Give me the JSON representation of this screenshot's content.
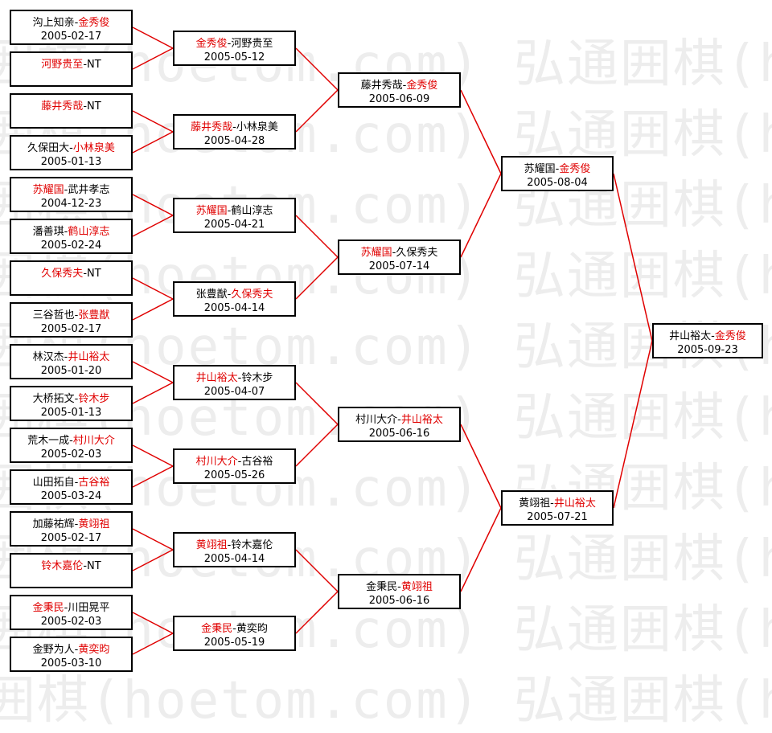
{
  "watermark": "囲棋(hoetom.com) 弘通囲棋(h",
  "colors": {
    "winner": "#e00000",
    "text": "#000000",
    "connector": "#e00000",
    "border": "#000000"
  },
  "rounds": [
    [
      {
        "p1": "沟上知亲",
        "p2": "金秀俊",
        "winner": 2,
        "date": "2005-02-17"
      },
      {
        "p1": "河野贵至",
        "p2": "NT",
        "winner": 1,
        "date": ""
      },
      {
        "p1": "藤井秀哉",
        "p2": "NT",
        "winner": 1,
        "date": ""
      },
      {
        "p1": "久保田大",
        "p2": "小林泉美",
        "winner": 2,
        "date": "2005-01-13"
      },
      {
        "p1": "苏耀国",
        "p2": "武井孝志",
        "winner": 1,
        "date": "2004-12-23"
      },
      {
        "p1": "潘善琪",
        "p2": "鹤山淳志",
        "winner": 2,
        "date": "2005-02-24"
      },
      {
        "p1": "久保秀夫",
        "p2": "NT",
        "winner": 1,
        "date": ""
      },
      {
        "p1": "三谷哲也",
        "p2": "张豊猷",
        "winner": 2,
        "date": "2005-02-17"
      },
      {
        "p1": "林汉杰",
        "p2": "井山裕太",
        "winner": 2,
        "date": "2005-01-20"
      },
      {
        "p1": "大桥拓文",
        "p2": "铃木步",
        "winner": 2,
        "date": "2005-01-13"
      },
      {
        "p1": "荒木一成",
        "p2": "村川大介",
        "winner": 2,
        "date": "2005-02-03"
      },
      {
        "p1": "山田拓自",
        "p2": "古谷裕",
        "winner": 2,
        "date": "2005-03-24"
      },
      {
        "p1": "加藤祐辉",
        "p2": "黄翊祖",
        "winner": 2,
        "date": "2005-02-17"
      },
      {
        "p1": "铃木嘉伦",
        "p2": "NT",
        "winner": 1,
        "date": ""
      },
      {
        "p1": "金秉民",
        "p2": "川田晃平",
        "winner": 1,
        "date": "2005-02-03"
      },
      {
        "p1": "金野为人",
        "p2": "黄奕昀",
        "winner": 2,
        "date": "2005-03-10"
      }
    ],
    [
      {
        "p1": "金秀俊",
        "p2": "河野贵至",
        "winner": 1,
        "date": "2005-05-12"
      },
      {
        "p1": "藤井秀哉",
        "p2": "小林泉美",
        "winner": 1,
        "date": "2005-04-28"
      },
      {
        "p1": "苏耀国",
        "p2": "鹤山淳志",
        "winner": 1,
        "date": "2005-04-21"
      },
      {
        "p1": "张豊猷",
        "p2": "久保秀夫",
        "winner": 2,
        "date": "2005-04-14"
      },
      {
        "p1": "井山裕太",
        "p2": "铃木步",
        "winner": 1,
        "date": "2005-04-07"
      },
      {
        "p1": "村川大介",
        "p2": "古谷裕",
        "winner": 1,
        "date": "2005-05-26"
      },
      {
        "p1": "黄翊祖",
        "p2": "铃木嘉伦",
        "winner": 1,
        "date": "2005-04-14"
      },
      {
        "p1": "金秉民",
        "p2": "黄奕昀",
        "winner": 1,
        "date": "2005-05-19"
      }
    ],
    [
      {
        "p1": "藤井秀哉",
        "p2": "金秀俊",
        "winner": 2,
        "date": "2005-06-09"
      },
      {
        "p1": "苏耀国",
        "p2": "久保秀夫",
        "winner": 1,
        "date": "2005-07-14"
      },
      {
        "p1": "村川大介",
        "p2": "井山裕太",
        "winner": 2,
        "date": "2005-06-16"
      },
      {
        "p1": "金秉民",
        "p2": "黄翊祖",
        "winner": 2,
        "date": "2005-06-16"
      }
    ],
    [
      {
        "p1": "苏耀国",
        "p2": "金秀俊",
        "winner": 2,
        "date": "2005-08-04"
      },
      {
        "p1": "黄翊祖",
        "p2": "井山裕太",
        "winner": 2,
        "date": "2005-07-21"
      }
    ],
    [
      {
        "p1": "井山裕太",
        "p2": "金秀俊",
        "winner": 2,
        "date": "2005-09-23"
      }
    ]
  ]
}
